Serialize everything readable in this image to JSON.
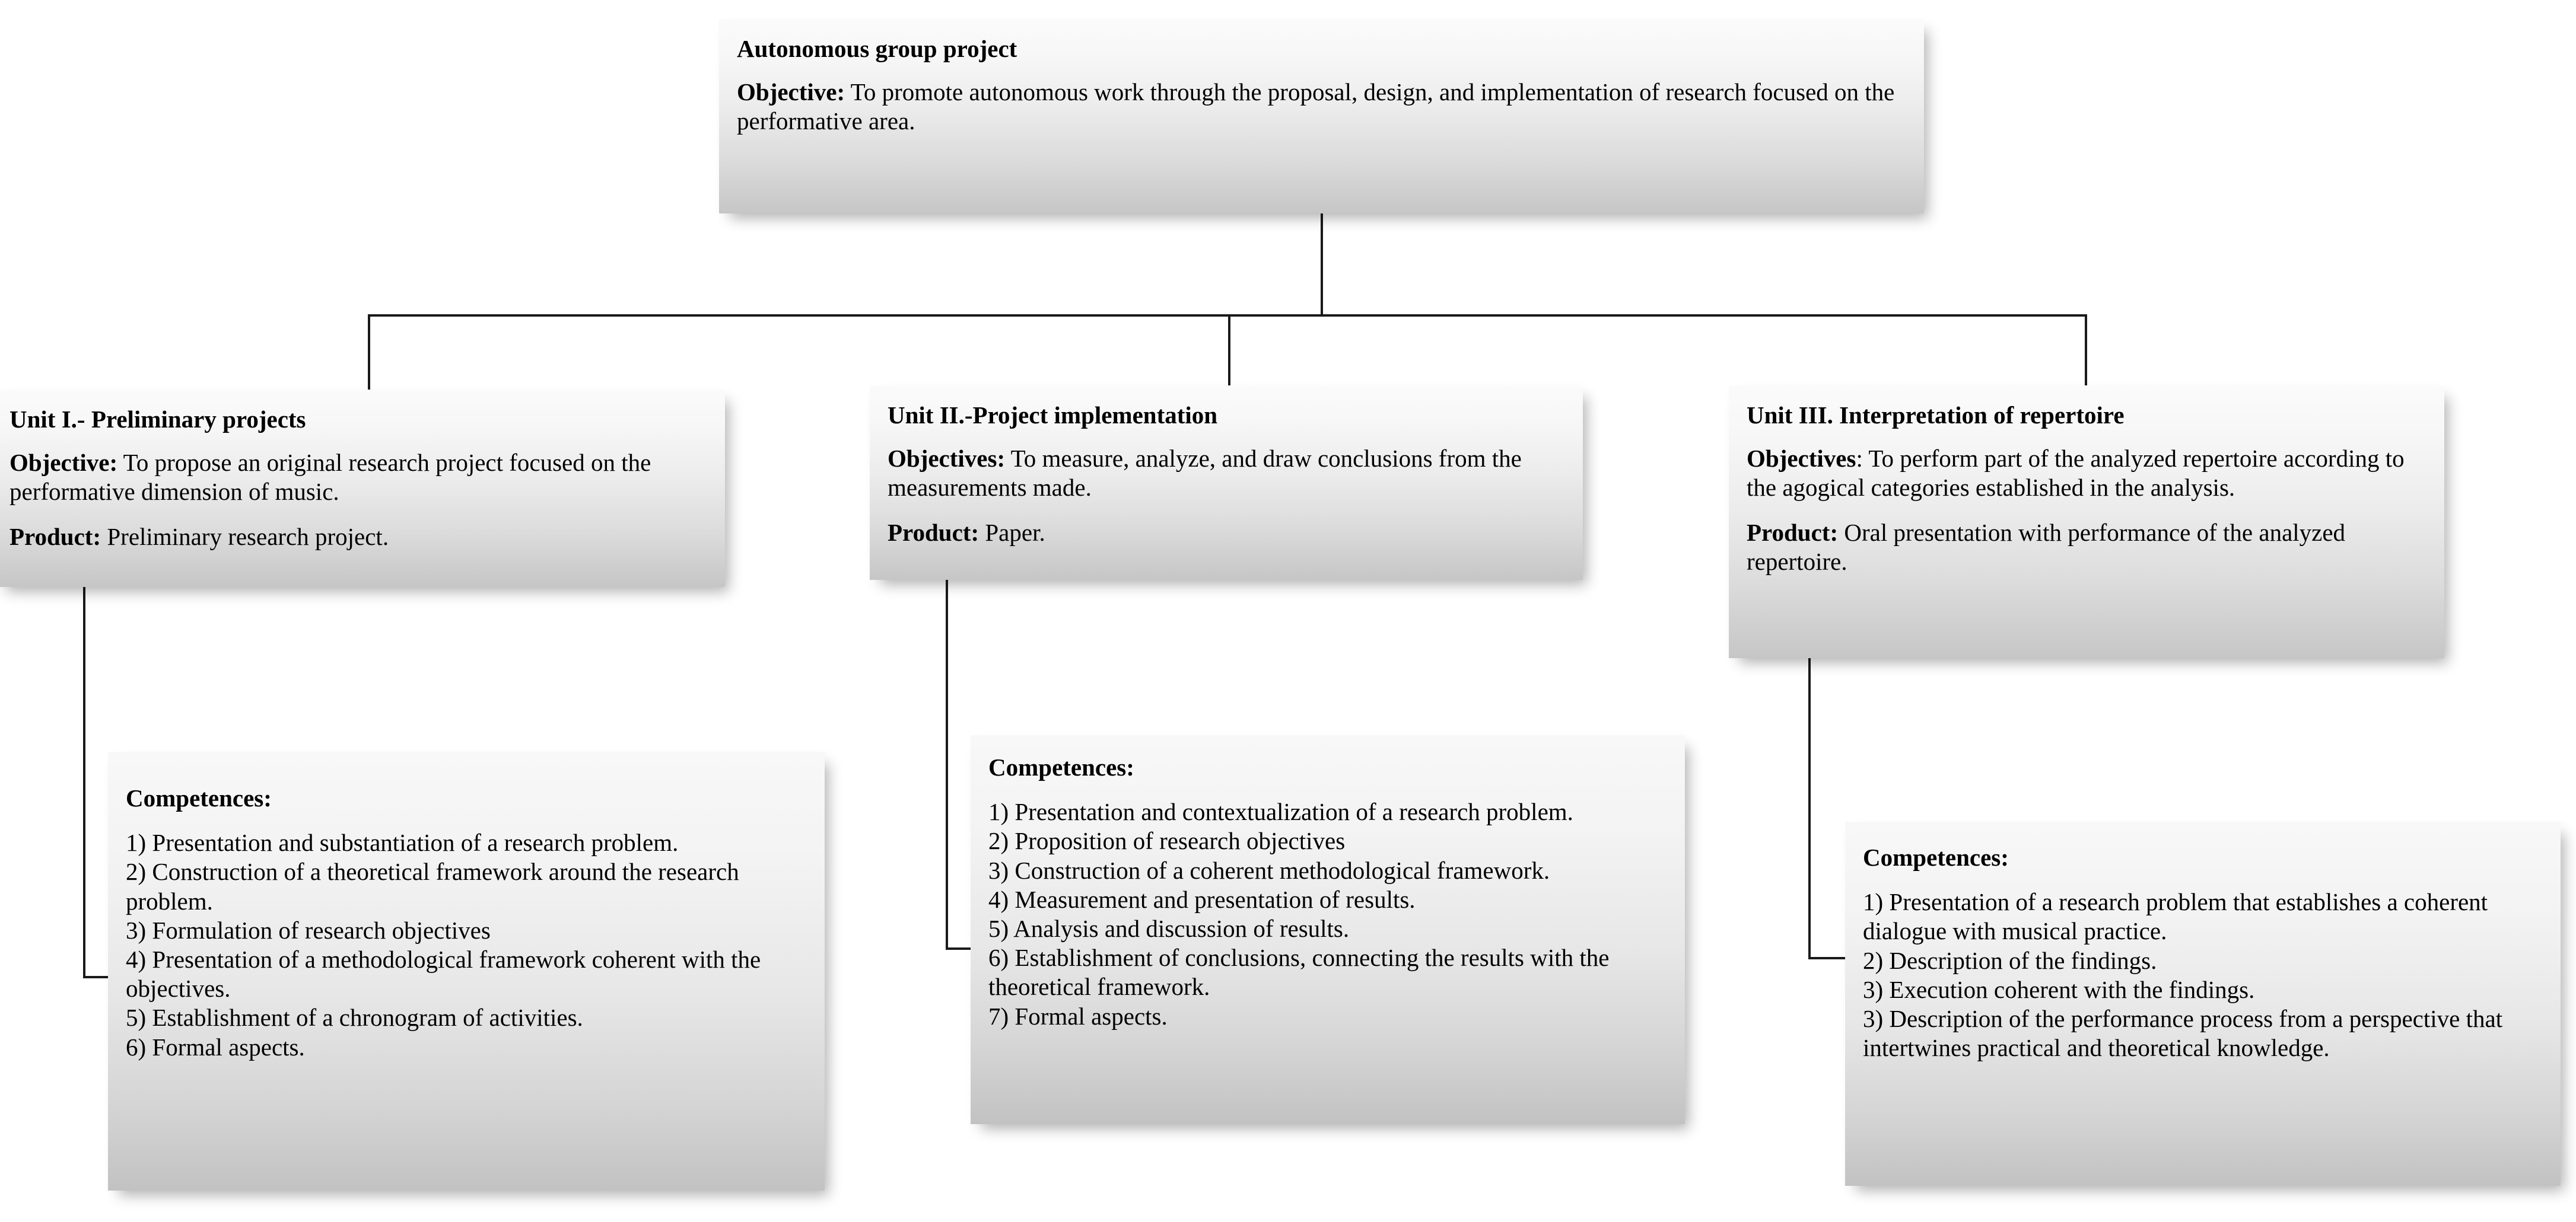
{
  "diagram": {
    "title": "Autonomous group project",
    "root": {
      "heading": "Autonomous group project",
      "objective_label": "Objective:",
      "objective_text": " To promote autonomous work through the proposal, design, and implementation of research focused on the performative area."
    },
    "units": [
      {
        "heading": "Unit I.- Preliminary projects",
        "objective_label": "Objective:",
        "objective_text": " To propose an original research project focused on the performative dimension of music.",
        "product_label": "Product:",
        "product_text": " Preliminary research project."
      },
      {
        "heading": "Unit II.-Project implementation",
        "objective_label": "Objectives:",
        "objective_text": " To measure, analyze, and draw conclusions from the measurements made.",
        "product_label": "Product:",
        "product_text": " Paper."
      },
      {
        "heading": "Unit III. Interpretation of repertoire",
        "objective_label": "Objectives",
        "objective_text": ": To perform part of the analyzed repertoire according to the agogical categories established in the analysis.",
        "product_label": "Product:",
        "product_text": " Oral presentation with performance of the analyzed repertoire."
      }
    ],
    "competences": [
      {
        "heading": "Competences:",
        "items": [
          "1) Presentation and substantiation of a research problem.",
          "2) Construction of a theoretical framework around the research problem.",
          "3) Formulation of research objectives",
          "4) Presentation of a methodological framework coherent with the objectives.",
          "5) Establishment of a chronogram of activities.",
          "6) Formal aspects."
        ]
      },
      {
        "heading": "Competences:",
        "items": [
          "1) Presentation and contextualization of a research problem.",
          "2) Proposition of research objectives",
          "3) Construction of a coherent methodological framework.",
          "4) Measurement and presentation of results.",
          "5) Analysis and discussion of results.",
          "6) Establishment of conclusions, connecting the results with the theoretical framework.",
          "7) Formal aspects."
        ]
      },
      {
        "heading": "Competences:",
        "items": [
          "1) Presentation of a research problem that establishes a coherent dialogue with musical practice.",
          "2) Description of the findings.",
          "3) Execution coherent with the findings.",
          "3) Description of the performance process from a perspective that intertwines practical and theoretical knowledge."
        ]
      }
    ],
    "colors": {
      "connector": "#1a1a1a",
      "box_top": "#fbfbfb",
      "box_bottom": "#c6c6c6",
      "text": "#000000",
      "page_background": "#ffffff"
    }
  }
}
